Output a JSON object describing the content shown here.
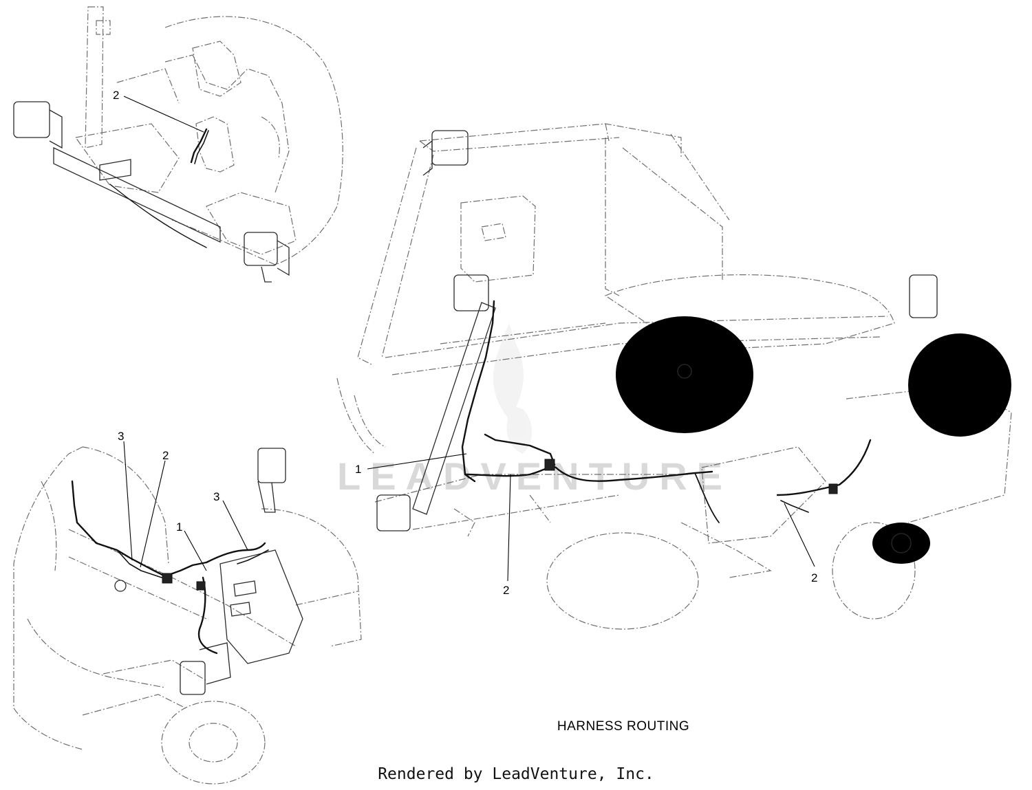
{
  "watermark": "LEADVENTURE",
  "callouts": {
    "top_view": {
      "c2": "2"
    },
    "bottom_view": {
      "c3a": "3",
      "c2": "2",
      "c1": "1",
      "c3b": "3"
    },
    "main_view": {
      "c1": "1",
      "c2a": "2",
      "c2b": "2"
    }
  },
  "caption": "HARNESS ROUTING",
  "footer": "Rendered by LeadVenture, Inc."
}
